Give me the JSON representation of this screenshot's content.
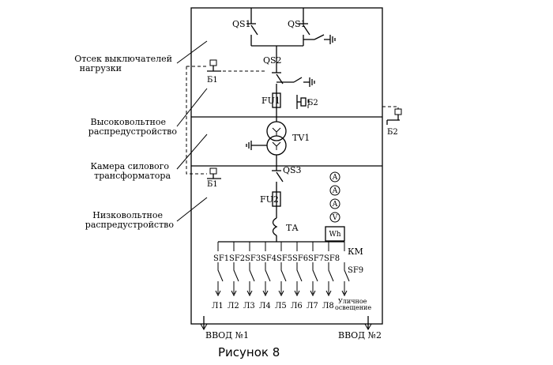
{
  "labels": {
    "qs1_left": "QS1",
    "qs1_right": "QS1",
    "qs2": "QS2",
    "qs3": "QS3",
    "fu1": "FU1",
    "fu2": "FU2",
    "b1_top": "Б1",
    "b1_bottom": "Б1",
    "b2_inner": "Б2",
    "b2_outer": "Б2",
    "tv1": "TV1",
    "ta": "ТА",
    "km": "КМ",
    "wh": "Wh",
    "meters": [
      "A",
      "A",
      "A",
      "V"
    ],
    "breakers": [
      "SF1",
      "SF2",
      "SF3",
      "SF4",
      "SF5",
      "SF6",
      "SF7",
      "SF8"
    ],
    "sf9": "SF9",
    "lines": [
      "Л1",
      "Л2",
      "Л3",
      "Л4",
      "Л5",
      "Л6",
      "Л7",
      "Л8"
    ],
    "street_light_line1": "Уличное",
    "street_light_line2": "освещение",
    "input1": "ВВОД №1",
    "input2": "ВВОД №2"
  },
  "compartments": {
    "load_switches_line1": "Отсек выключателей",
    "load_switches_line2": "нагрузки",
    "hv_switchgear_line1": "Высоковольтное",
    "hv_switchgear_line2": "распредустройство",
    "transformer_chamber_line1": "Камера силового",
    "transformer_chamber_line2": "трансформатора",
    "lv_switchgear_line1": "Низковольтное",
    "lv_switchgear_line2": "распредустройство"
  },
  "caption": "Рисунок 8"
}
